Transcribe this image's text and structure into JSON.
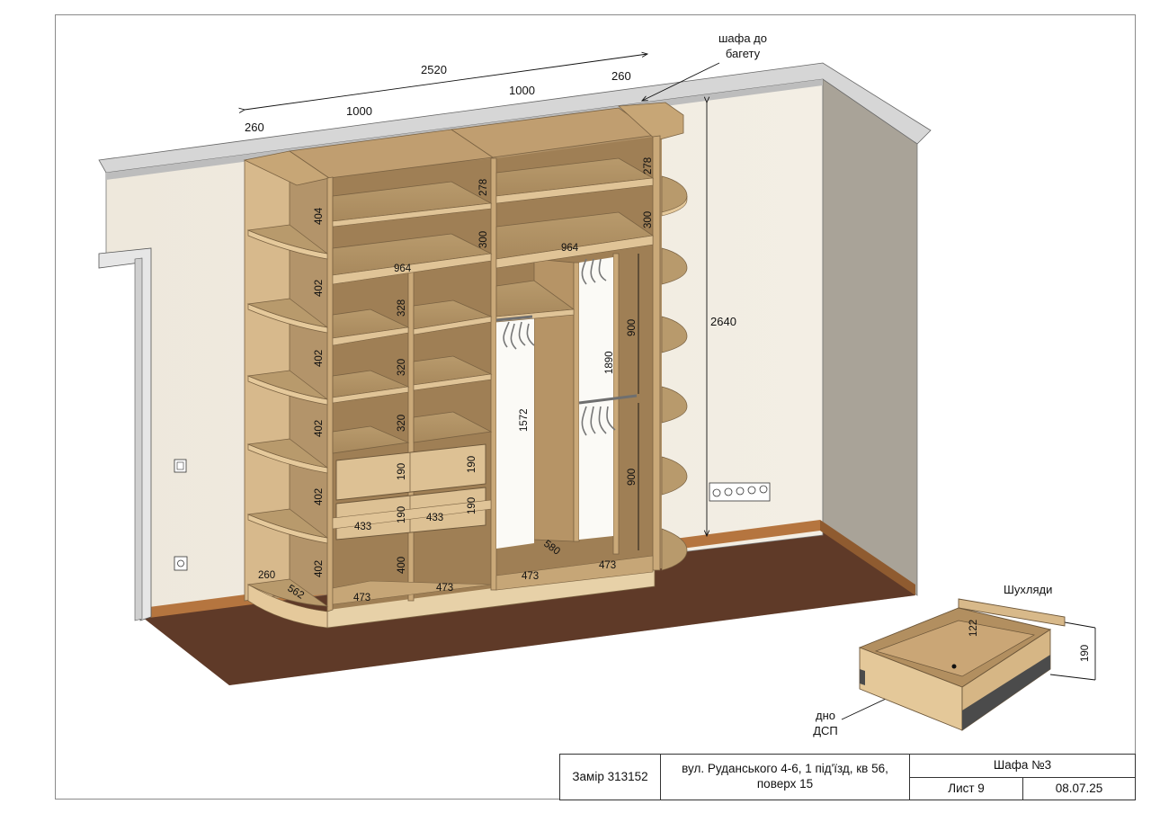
{
  "dimensions": {
    "overall_width": "2520",
    "left_end": "260",
    "left_section": "1000",
    "right_section": "1000",
    "right_end": "260",
    "height": "2640",
    "shelf_width_left": "964",
    "shelf_width_right": "964",
    "end_shelf_heights": [
      "404",
      "402",
      "402",
      "402",
      "402",
      "402"
    ],
    "left_top_heights": [
      "278",
      "300"
    ],
    "right_top_heights": [
      "278",
      "300"
    ],
    "left_mid_heights": [
      "328",
      "320",
      "320"
    ],
    "drawer_heights": [
      "190",
      "190",
      "190",
      "190"
    ],
    "drawer_widths": [
      "433",
      "433"
    ],
    "bottom_left_height": "400",
    "compartment_widths": [
      "473",
      "473",
      "473",
      "473"
    ],
    "end_depth": "260",
    "end_diagonal": "562",
    "depth": "580",
    "hanging_tall": "1572",
    "hanging_upper": "900",
    "hanging_lower": "900",
    "hanging_total": "1890"
  },
  "annotations": {
    "baguette": "шафа до багету",
    "drawers": "Шухляди",
    "drawer_inner": "122",
    "drawer_height": "190",
    "drawer_bottom": "дно ДСП"
  },
  "title_block": {
    "order": "Замір 313152",
    "address": "вул. Руданського 4-6, 1 під'їзд, кв 56, поверх 15",
    "name": "Шафа №3",
    "sheet": "Лист 9",
    "date": "08.07.25"
  },
  "colors": {
    "wood": "#c9a878",
    "wood_dark": "#a78a5e",
    "wall": "#efe9dd",
    "floor": "#5a3624"
  }
}
